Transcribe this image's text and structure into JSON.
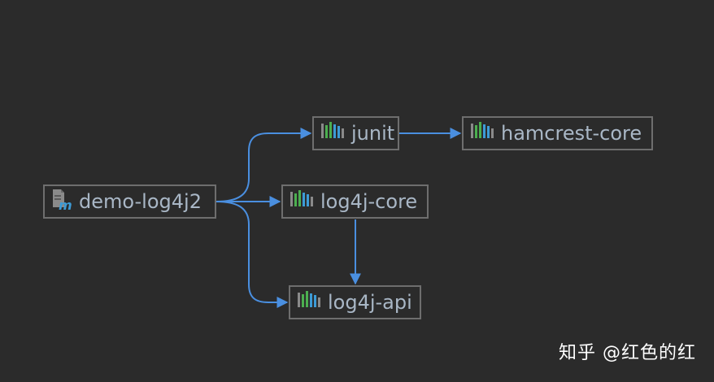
{
  "diagram": {
    "nodes": {
      "root": {
        "label": "demo-log4j2",
        "icon": "maven-module-icon"
      },
      "junit": {
        "label": "junit",
        "icon": "library-icon"
      },
      "hamcrest_core": {
        "label": "hamcrest-core",
        "icon": "library-icon"
      },
      "log4j_core": {
        "label": "log4j-core",
        "icon": "library-icon"
      },
      "log4j_api": {
        "label": "log4j-api",
        "icon": "library-icon"
      }
    },
    "edges": [
      {
        "from": "demo-log4j2",
        "to": "junit"
      },
      {
        "from": "demo-log4j2",
        "to": "log4j-core"
      },
      {
        "from": "demo-log4j2",
        "to": "log4j-api"
      },
      {
        "from": "junit",
        "to": "hamcrest-core"
      },
      {
        "from": "log4j-core",
        "to": "log4j-api"
      }
    ],
    "colors": {
      "background": "#2b2b2b",
      "node_border": "#6e6e6e",
      "node_text": "#a9b7c6",
      "edge": "#4a8fe0",
      "library_bar_green": "#4caf50",
      "library_bar_blue": "#3d9bd6",
      "library_bar_gray": "#8a8a8a"
    }
  },
  "watermark": {
    "text": "知乎 @红色的红"
  }
}
